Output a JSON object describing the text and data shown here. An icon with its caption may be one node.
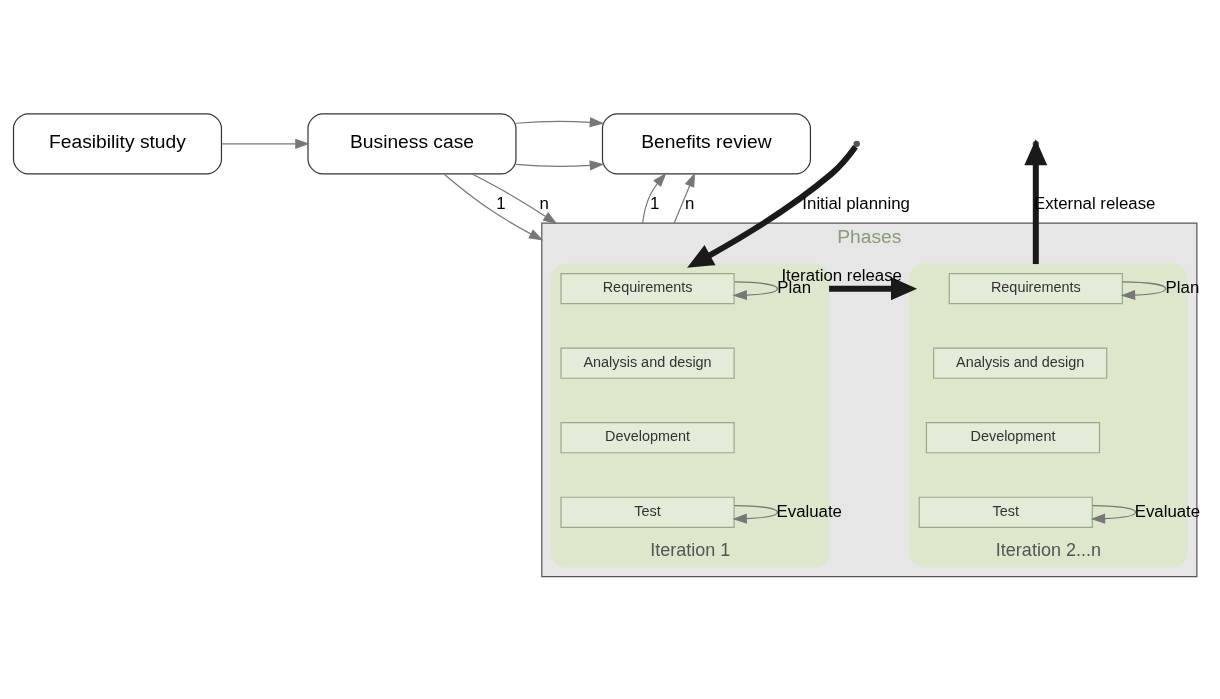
{
  "diagram": {
    "nodes": [
      {
        "text": [
          "Feasibility study"
        ]
      },
      {
        "text": [
          "Business case"
        ]
      },
      {
        "text": [
          "Benefits review"
        ]
      },
      {
        "text": [
          "Phases"
        ]
      },
      {
        "text": [
          "Iteration 1"
        ],
        "in": 3
      },
      {
        "text": [
          "Requirements"
        ],
        "in": 4
      },
      {
        "text": [
          "Analysis and design"
        ],
        "in": 4
      },
      {
        "text": [
          "Development"
        ],
        "in": 4
      },
      {
        "text": [
          "Test"
        ],
        "in": 4
      },
      {
        "text": [
          "Iteration 2...n"
        ],
        "in": 3
      },
      {
        "text": [
          "Requirements"
        ],
        "in": 9
      },
      {
        "text": [
          "Analysis and design"
        ],
        "in": 9
      },
      {
        "text": [
          "Development"
        ],
        "in": 9
      },
      {
        "text": [
          "Test"
        ],
        "in": 9
      }
    ],
    "edges": [
      {
        "from": 0,
        "to": 1,
        "arrow": "to"
      },
      {
        "from": 1,
        "to": 2,
        "arrow": "to"
      },
      {
        "from": 1,
        "to": 2,
        "arrow": "to"
      },
      {
        "from": 1,
        "to": 3,
        "arrow": "to",
        "label": "1"
      },
      {
        "from": 1,
        "to": 3,
        "arrow": "to",
        "label": "n"
      },
      {
        "from": 3,
        "to": 2,
        "arrow": "to",
        "label": "1"
      },
      {
        "from": 3,
        "to": 2,
        "arrow": "to",
        "label": "n"
      },
      {
        "from": null,
        "to": 4,
        "arrow": "to",
        "label": "Initial planning",
        "style": "thick",
        "color": "#1a1a1a"
      },
      {
        "from": 4,
        "to": 9,
        "arrow": "to",
        "label": "Iteration release",
        "style": "thick",
        "color": "#1a1a1a"
      },
      {
        "from": 9,
        "to": null,
        "arrow": "to",
        "label": "External release",
        "style": "thick",
        "color": "#1a1a1a"
      },
      {
        "from": 5,
        "to": 5,
        "arrow": "to",
        "label": "Plan"
      },
      {
        "from": 8,
        "to": 8,
        "arrow": "to",
        "label": "Evaluate"
      },
      {
        "from": 10,
        "to": 10,
        "arrow": "to",
        "label": "Plan"
      },
      {
        "from": 13,
        "to": 13,
        "arrow": "to",
        "label": "Evaluate"
      }
    ]
  }
}
